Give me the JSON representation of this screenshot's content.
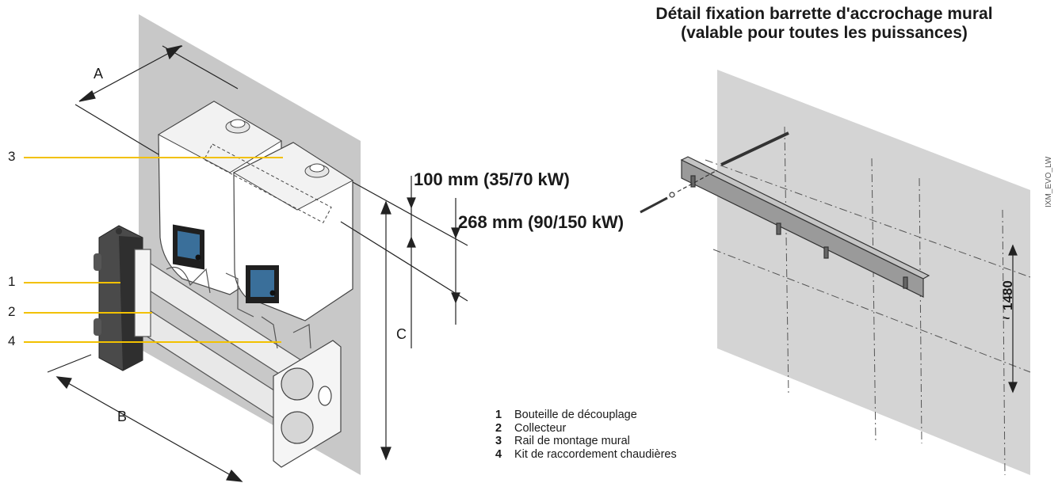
{
  "detail": {
    "title_line1": "Détail fixation barrette d'accrochage mural",
    "title_line2": "(valable pour toutes les puissances)",
    "height_value": "1480",
    "height_approx": "~"
  },
  "dimensions": {
    "a": "A",
    "b": "B",
    "c": "C",
    "note_35_70": "100 mm (35/70 kW)",
    "note_90_150": "268 mm (90/150 kW)"
  },
  "callouts": {
    "c3_top": "3",
    "c1": "1",
    "c2": "2",
    "c4": "4"
  },
  "legend": [
    {
      "num": "1",
      "text": "Bouteille de découplage"
    },
    {
      "num": "2",
      "text": "Collecteur"
    },
    {
      "num": "3",
      "text": "Rail de montage mural"
    },
    {
      "num": "4",
      "text": "Kit de raccordement chaudières"
    }
  ],
  "reference_code": "IXM_EVO_LW",
  "colors": {
    "callout_line": "#f2c100",
    "wall": "#c8c8c8",
    "detail_wall": "#d4d4d4",
    "boiler_body": "#ffffff",
    "boiler_outline": "#444444",
    "display": "#3a6f9a"
  }
}
